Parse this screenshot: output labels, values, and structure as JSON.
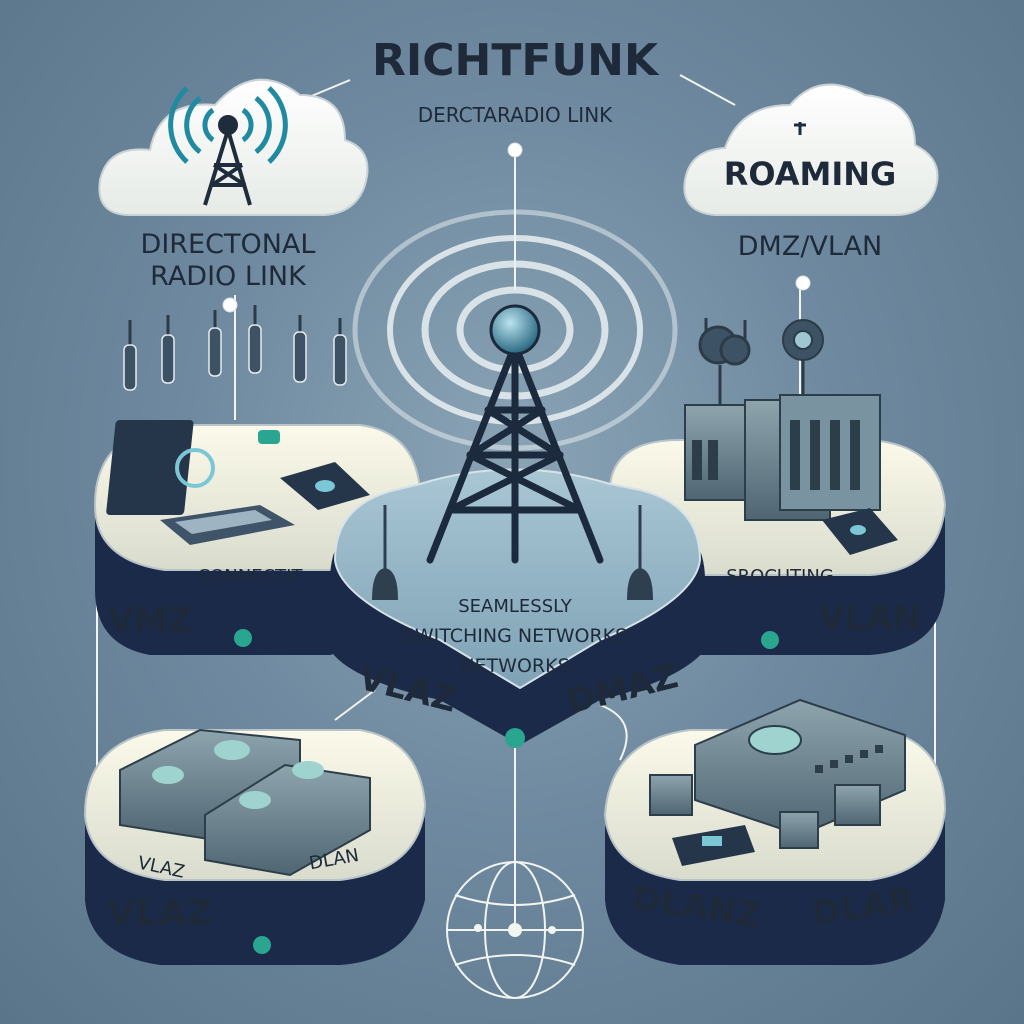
{
  "header": {
    "title": "RICHTFUNK",
    "subtitle": "DERCTARADIO LINK"
  },
  "left_cloud": {
    "caption_line1": "DIRECTONAL",
    "caption_line2": "RADIO LINK"
  },
  "right_cloud": {
    "label": "ROAMING",
    "caption": "DMZ/VLAN"
  },
  "platforms": {
    "top_left": {
      "inner_text": "CONNECTIT",
      "side_text": "VMZ"
    },
    "top_right": {
      "inner_text": "SROCUTING",
      "side_text": "VLAN"
    },
    "center": {
      "inner_line1": "SEAMLESSLY",
      "inner_line2": "SWITCHING NETWORKS",
      "inner_line3": "NETWORKS",
      "side_left": "VLAZ",
      "side_right": "DMAZ"
    },
    "bottom_left": {
      "inner_left": "VLAZ",
      "inner_right": "DLAN",
      "side_text": "VLAZ"
    },
    "bottom_right": {
      "side_left": "DLANZ",
      "side_right": "DLAR"
    }
  },
  "colors": {
    "background": "#6f8aa0",
    "platform_top": "#f3f1e0",
    "platform_side": "#1c2a4a",
    "accent_teal": "#2aa58f",
    "wave": "#2b8fa0"
  },
  "icons": [
    "tower-icon",
    "laptop-icon",
    "tablet-icon",
    "server-icon",
    "globe-icon",
    "antenna-icon"
  ]
}
